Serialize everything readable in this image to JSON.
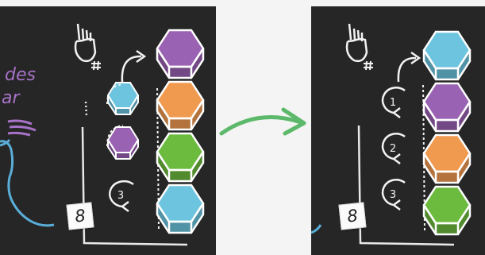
{
  "colors": {
    "background": "#f3f4f3",
    "board": "#262626",
    "chalk": "#f2f2f2",
    "arrow": "#5cb86a",
    "purple": "#9a62b2",
    "orange": "#f09a50",
    "green": "#6cba3e",
    "blue": "#6cc4de"
  },
  "left_board": {
    "chalk_text": [
      "des",
      "ar"
    ],
    "card_number": "8",
    "loop_counter_label": "3",
    "incoming_pieces": [
      "blue",
      "purple"
    ],
    "stack": [
      "purple",
      "orange",
      "green",
      "blue"
    ]
  },
  "right_board": {
    "card_number": "8",
    "loop_labels": [
      "1",
      "2",
      "3"
    ],
    "stack": [
      "blue",
      "purple",
      "orange",
      "green"
    ]
  },
  "icons": [
    "hand-pointing-up-icon",
    "hash-icon",
    "curved-arrow-icon",
    "loop-arrow-icon",
    "transition-arrow-icon"
  ]
}
